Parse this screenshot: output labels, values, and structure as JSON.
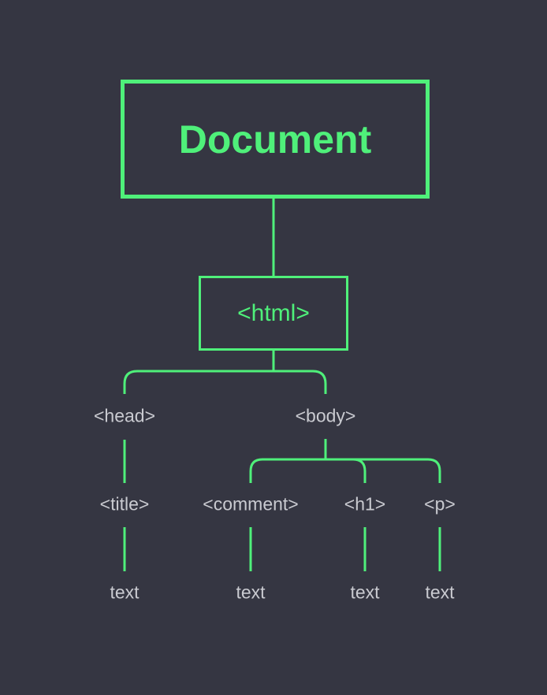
{
  "colors": {
    "background": "#353642",
    "accent": "#4ff07a",
    "text": "#c9cad0"
  },
  "diagram": {
    "root": "Document",
    "html": "<html>",
    "head": "<head>",
    "body": "<body>",
    "title": "<title>",
    "comment": "<comment>",
    "h1": "<h1>",
    "p": "<p>",
    "text_title": "text",
    "text_comment": "text",
    "text_h1": "text",
    "text_p": "text"
  }
}
